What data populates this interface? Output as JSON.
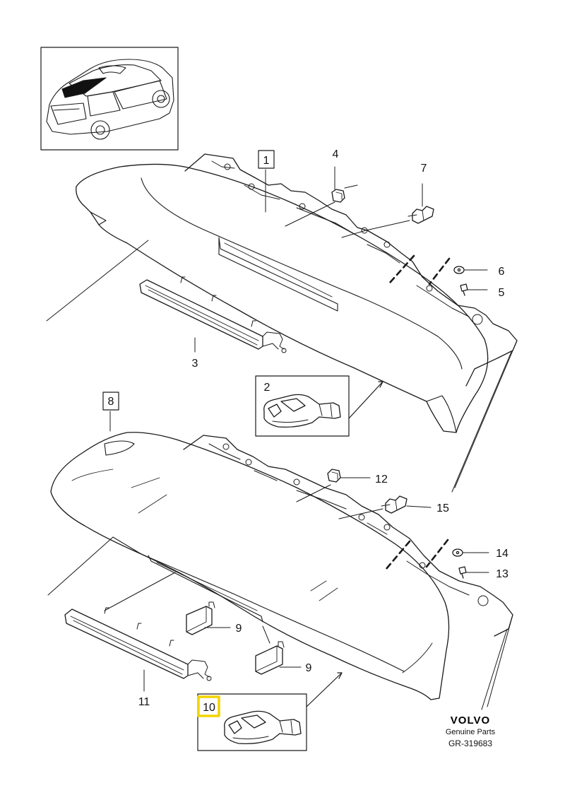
{
  "callouts": {
    "c1": "1",
    "c2": "2",
    "c3": "3",
    "c4": "4",
    "c5": "5",
    "c6": "6",
    "c7": "7",
    "c8": "8",
    "c9a": "9",
    "c9b": "9",
    "c10": "10",
    "c11": "11",
    "c12": "12",
    "c13": "13",
    "c14": "14",
    "c15": "15"
  },
  "brand": {
    "name": "VOLVO",
    "subtitle": "Genuine Parts",
    "reference": "GR-319683"
  },
  "colors": {
    "line": "#1a1a1a",
    "highlight": "#f2d400",
    "background": "#ffffff"
  }
}
